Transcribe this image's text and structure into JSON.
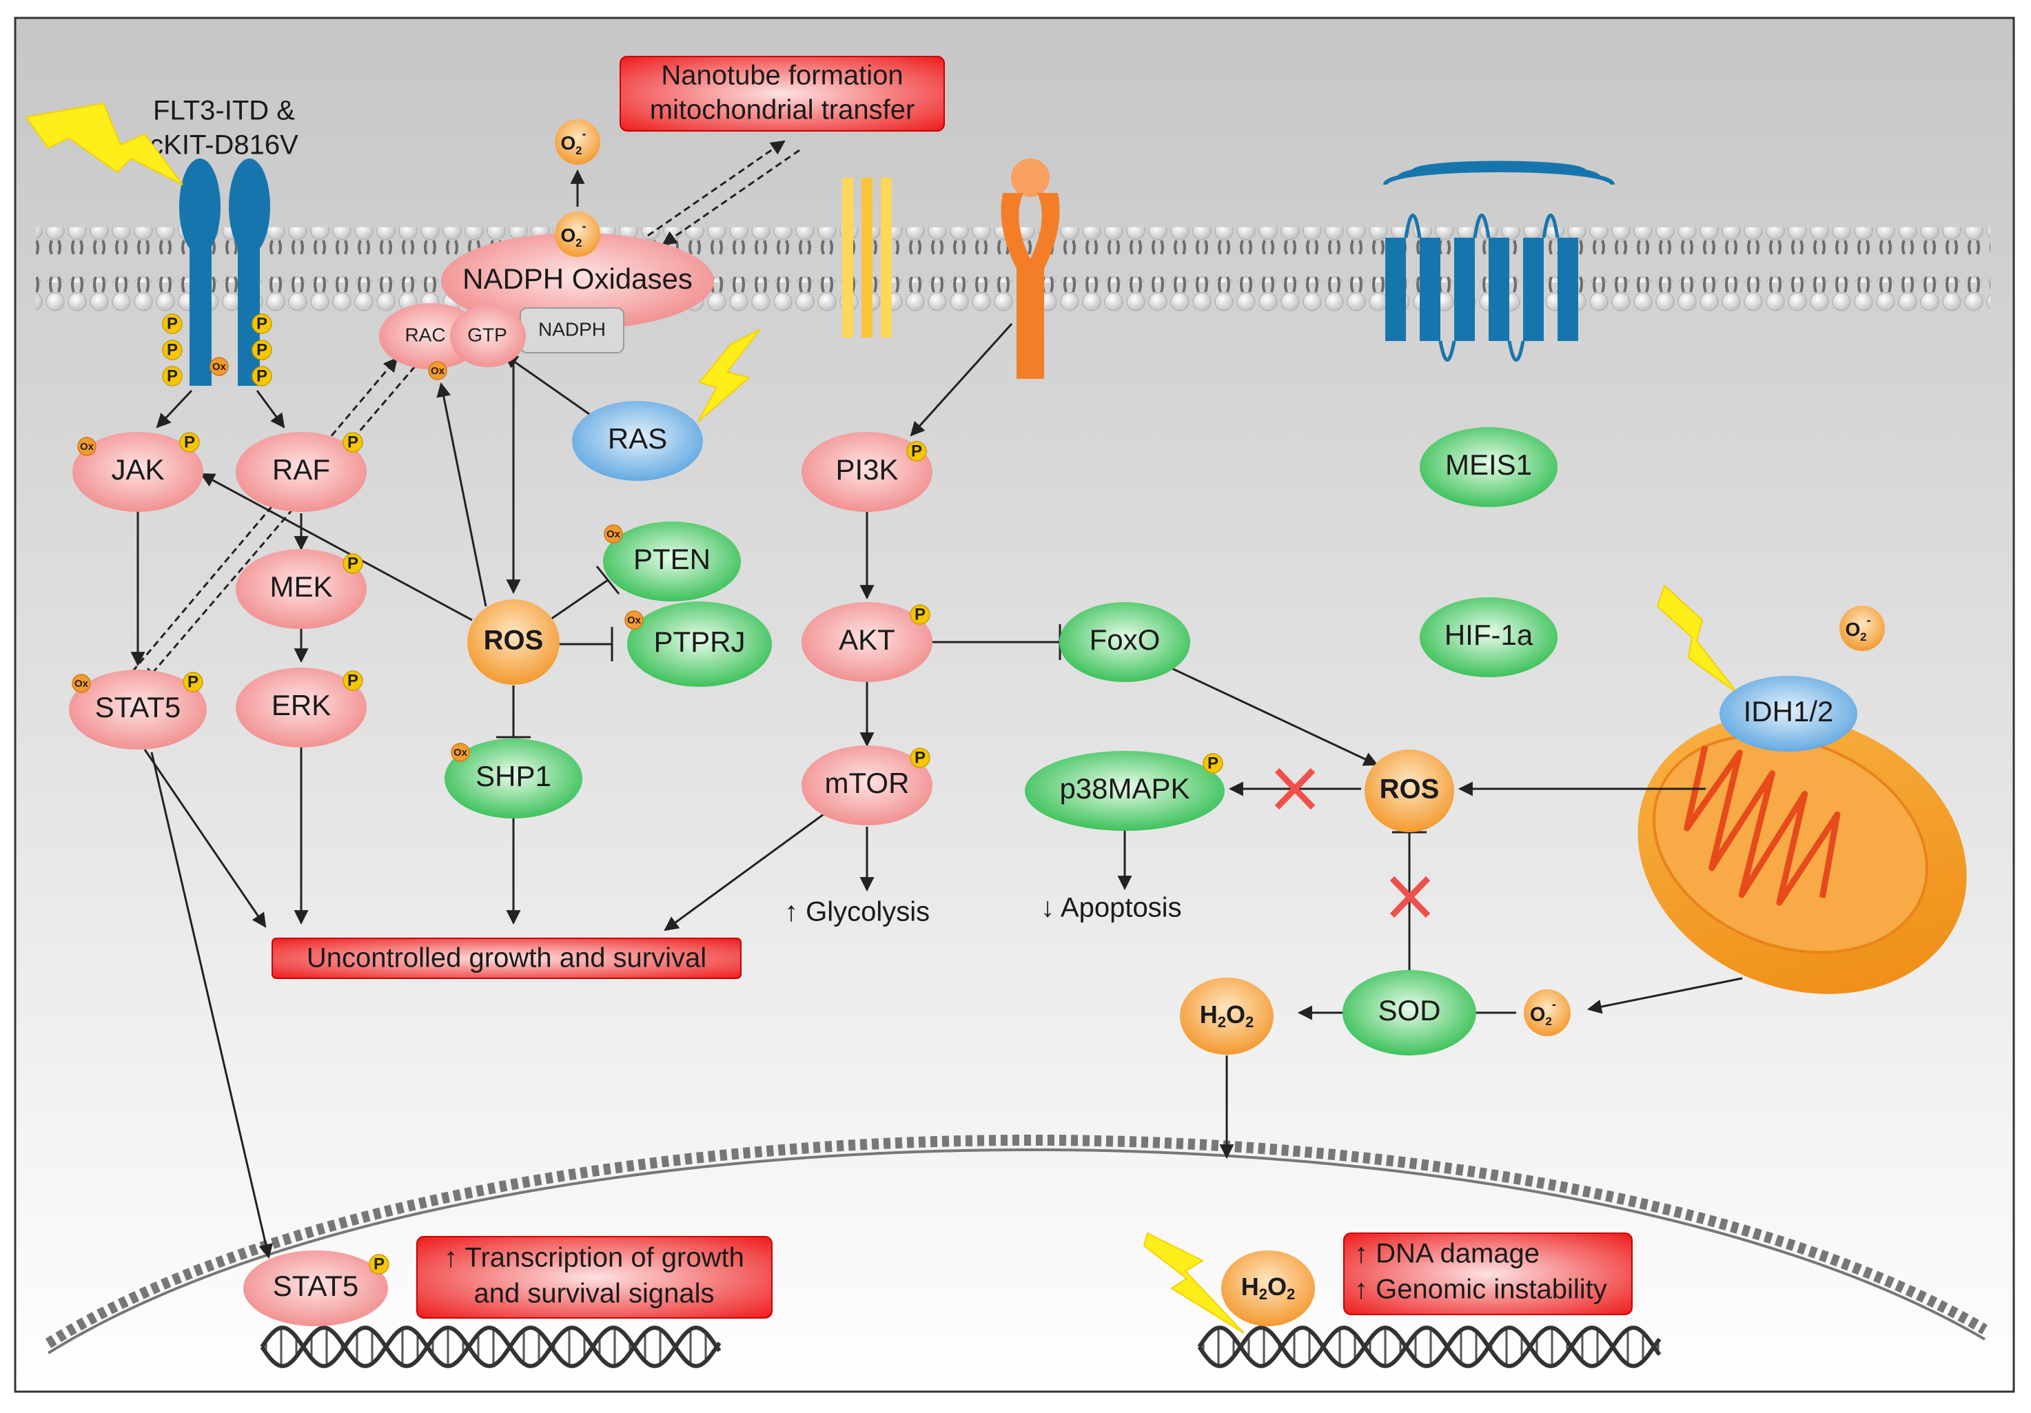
{
  "receptor_label": {
    "line1": "FLT3-ITD &",
    "line2": "cKIT-D816V"
  },
  "banners": {
    "nanotube": {
      "line1": "Nanotube formation",
      "line2": "mitochondrial transfer"
    },
    "uncontrolled": "Uncontrolled growth and survival",
    "transcription": {
      "line1": "↑ Transcription of growth",
      "line2": "and survival signals"
    },
    "dna": {
      "line1": "↑ DNA damage",
      "line2": "↑ Genomic instability"
    }
  },
  "nodes": {
    "nadph_oxidases": "NADPH Oxidases",
    "nadph": "NADPH",
    "rac": "RAC",
    "gtp": "GTP",
    "ras": "RAS",
    "jak": "JAK",
    "raf": "RAF",
    "mek": "MEK",
    "erk": "ERK",
    "stat5": "STAT5",
    "stat5_nuclear": "STAT5",
    "ros_left": "ROS",
    "ros_right": "ROS",
    "pten": "PTEN",
    "ptprj": "PTPRJ",
    "shp1": "SHP1",
    "pi3k": "PI3K",
    "akt": "AKT",
    "mtor": "mTOR",
    "foxo": "FoxO",
    "p38mapk": "p38MAPK",
    "meis1": "MEIS1",
    "hif1a": "HIF-1a",
    "idh": "IDH1/2",
    "sod": "SOD"
  },
  "outcomes": {
    "glycolysis": "↑ Glycolysis",
    "apoptosis": "↓ Apoptosis"
  },
  "chem": {
    "superoxide_base": "O",
    "superoxide_sub": "2",
    "superoxide_sup": "-",
    "h2o2_h": "H",
    "h2o2_sub": "2",
    "h2o2_o": "O",
    "h2o2_sub2": "2"
  },
  "badges": {
    "phospho": "P",
    "oxidized": "Ox"
  },
  "colors": {
    "red_node": "#f4a3a3",
    "green_node": "#3fc460",
    "blue_node": "#7fb8e8",
    "orange_node": "#f6a245",
    "banner_red": "#ee1c1c",
    "receptor_blue": "#1775ae",
    "membrane_gray": "#7a7a7a",
    "mito_orange": "#f4920f",
    "inhibit_cross": "#f0504a",
    "lightning": "#ffee1a"
  }
}
